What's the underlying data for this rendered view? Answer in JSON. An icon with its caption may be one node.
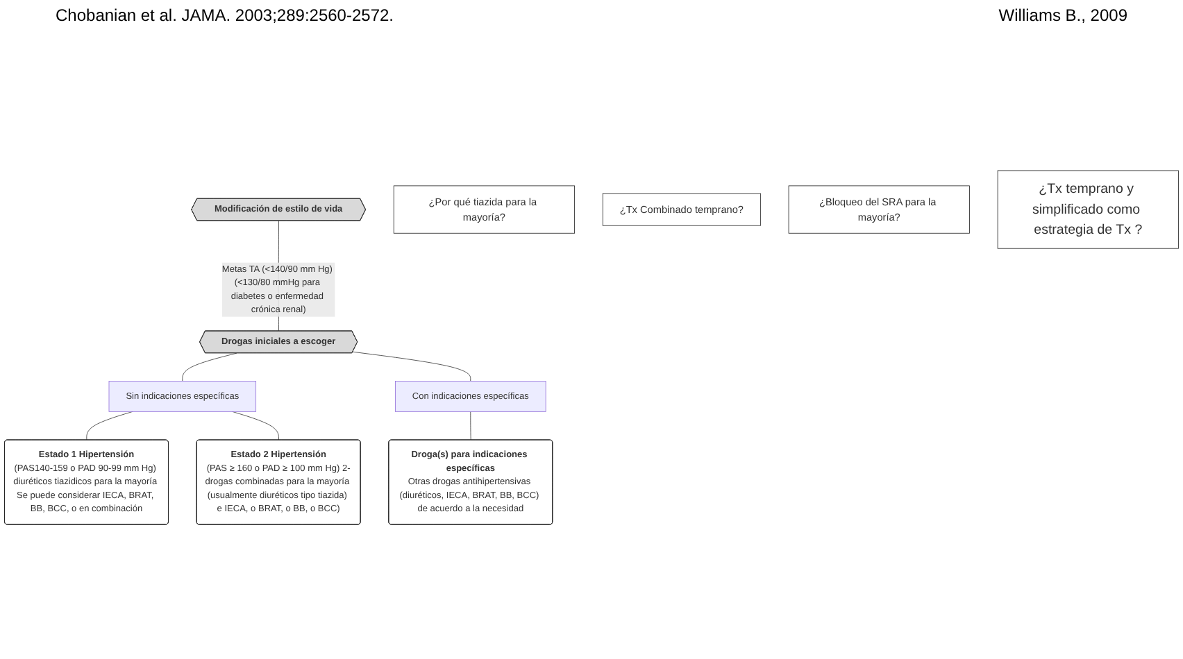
{
  "diagram": {
    "nodes": [
      {
        "text": [
          "Modificación de estilo de vida"
        ]
      },
      {
        "text": [
          "Drogas iniciales a escoger"
        ]
      },
      {
        "text": [
          "Sin indicaciones específicas"
        ]
      },
      {
        "text": [
          "Con indicaciones específicas"
        ]
      },
      {
        "text": [
          "Estado 1 Hipertensión",
          "(PAS140-159 o PAD 90-99 mm Hg) diuréticos tiazidicos para la mayoría Se puede considerar IECA, BRAT, BB, BCC, o en combinación"
        ]
      },
      {
        "text": [
          "Estado 2 Hipertensión",
          "(PAS ≥ 160 o PAD ≥ 100 mm Hg) 2-drogas combinadas para la mayoría (usualmente diuréticos tipo tiazida) e IECA, o BRAT, o BB, o BCC)"
        ]
      },
      {
        "text": [
          "Droga(s) para indicaciones específicas",
          "Otras drogas antihipertensivas (diuréticos, IECA, BRAT, BB, BCC) de acuerdo a la necesidad"
        ]
      },
      {
        "text": [
          "¿Por qué tiazida para la mayoría?"
        ]
      },
      {
        "text": [
          "¿Tx Combinado temprano?"
        ]
      },
      {
        "text": [
          "¿Bloqueo del SRA para la mayoría?"
        ]
      },
      {
        "text": [
          "¿Tx temprano y simplificado como estrategia de Tx ?"
        ]
      }
    ],
    "edges": [
      {
        "from": 0,
        "to": 1,
        "arrow": "none",
        "label": "Metas TA (<140/90 mm Hg) (<130/80 mmHg para diabetes o enfermedad crónica renal)"
      },
      {
        "from": 1,
        "to": 2,
        "arrow": "none"
      },
      {
        "from": 1,
        "to": 3,
        "arrow": "none"
      },
      {
        "from": 2,
        "to": 4,
        "arrow": "none"
      },
      {
        "from": 2,
        "to": 5,
        "arrow": "none"
      },
      {
        "from": 3,
        "to": 6,
        "arrow": "none"
      }
    ],
    "labels": [
      "Chobanian et al. JAMA. 2003;289:2560-2572.",
      "Williams B., 2009"
    ]
  }
}
